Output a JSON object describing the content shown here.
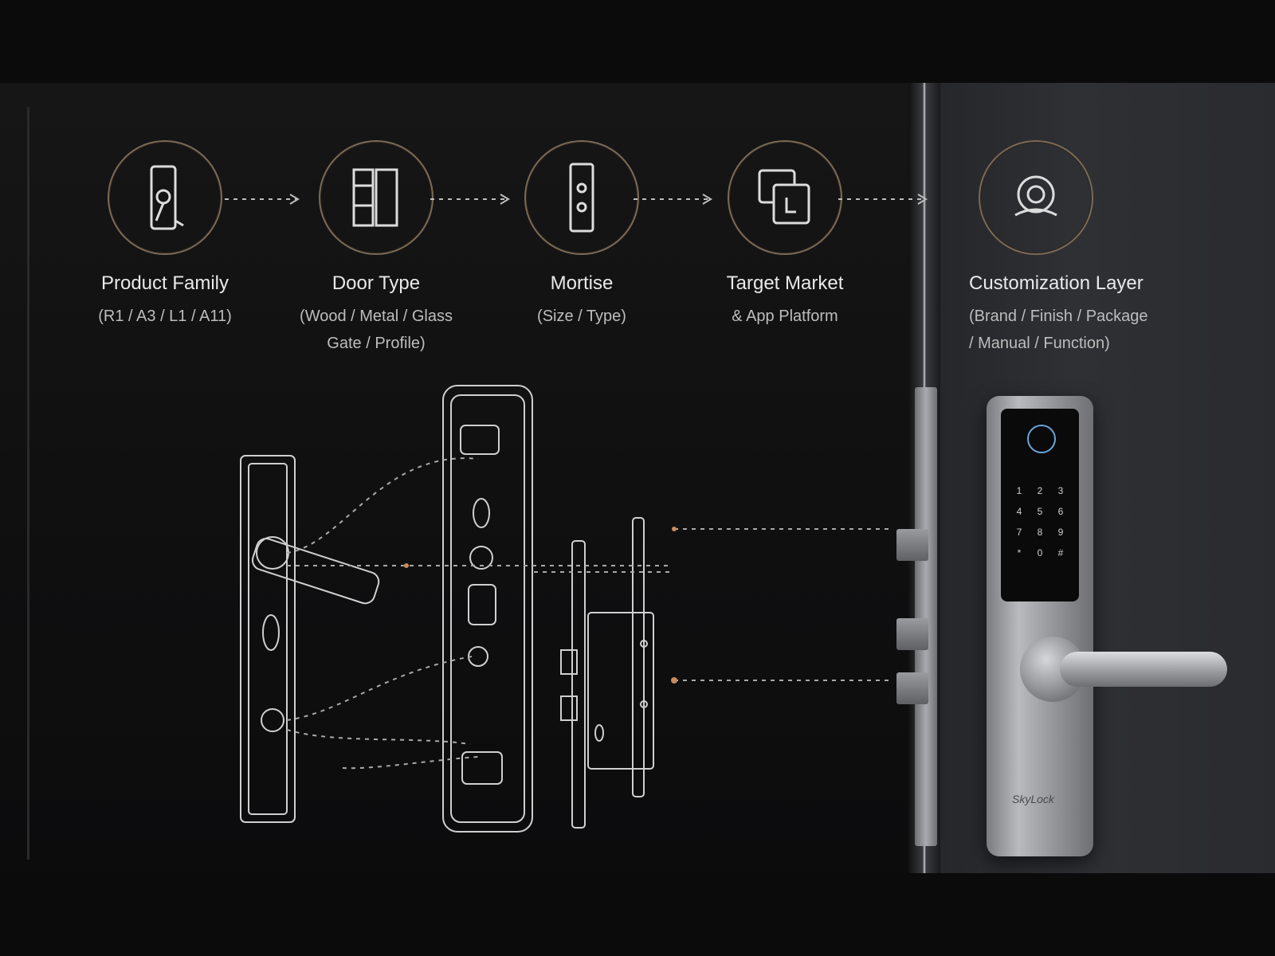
{
  "steps": [
    {
      "title": "Product Family",
      "sub1": "(R1 / A3 / L1 / A11)",
      "sub2": ""
    },
    {
      "title": "Door Type",
      "sub1": "(Wood / Metal / Glass",
      "sub2": "Gate / Profile)"
    },
    {
      "title": "Mortise",
      "sub1": "(Size / Type)",
      "sub2": ""
    },
    {
      "title": "Target Market",
      "sub1": "& App Platform",
      "sub2": ""
    },
    {
      "title": "Customization Layer",
      "sub1": "(Brand / Finish / Package",
      "sub2": "/ Manual / Function)"
    }
  ],
  "icons": [
    "lock-panel-icon",
    "door-profile-icon",
    "mortise-icon",
    "app-cards-icon",
    "customization-badge-icon"
  ],
  "keypad": [
    "1",
    "2",
    "3",
    "4",
    "5",
    "6",
    "7",
    "8",
    "9",
    "*",
    "0",
    "#"
  ],
  "brand": "SkyLock",
  "colors": {
    "ring": "#7a6a56",
    "accent": "#c98b5a",
    "line": "#bfbfbf"
  }
}
